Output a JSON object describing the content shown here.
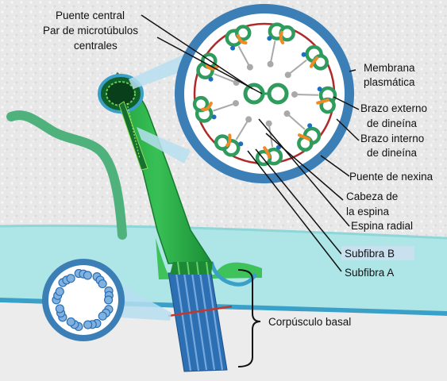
{
  "labels": {
    "central_bridge": "Puente central",
    "central_pair_1": "Par de microtúbulos",
    "central_pair_2": "centrales",
    "plasma_membrane_1": "Membrana",
    "plasma_membrane_2": "plasmática",
    "outer_dynein_1": "Brazo externo",
    "outer_dynein_2": "de dineína",
    "inner_dynein_1": "Brazo interno",
    "inner_dynein_2": "de dineína",
    "nexin_link": "Puente de nexina",
    "spoke_head_1": "Cabeza de",
    "spoke_head_2": "la espina",
    "radial_spoke": "Espina radial",
    "subfiber_b": "Subfibra B",
    "subfiber_a": "Subfibra A",
    "basal_body": "Corpúsculo basal"
  },
  "colors": {
    "background": "#e9e9e9",
    "cytoplasm": "#aee5e6",
    "membrane_edge": "#3aa0c8",
    "cilium_green": "#2db34a",
    "dark_green": "#0d5f2c",
    "basal_blue": "#2d6fb3",
    "ring_blue": "#3b7fb6",
    "doublet_green": "#2f9b5c",
    "nexin_red": "#c0392b",
    "dynein_orange": "#f08a24",
    "dynein_blue": "#1f6fc0",
    "spoke_gray": "#a9a9a9"
  }
}
